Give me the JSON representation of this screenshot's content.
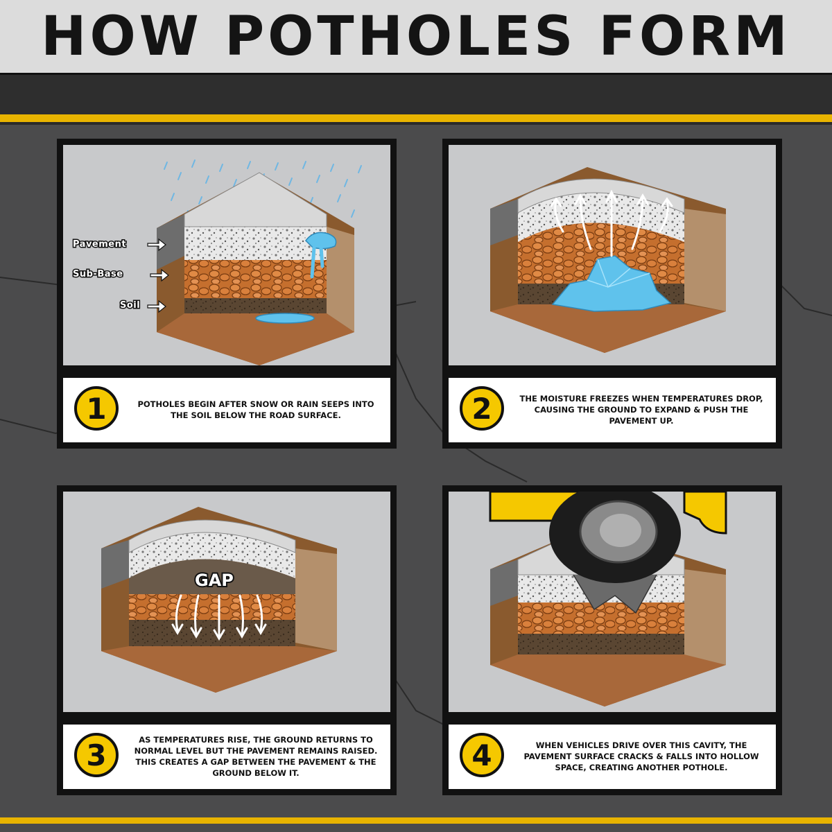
{
  "title": "HOW POTHOLES FORM",
  "colors": {
    "header_bg": "#dcdcdc",
    "road_stripe": "#e9b400",
    "badge": "#f5c800",
    "asphalt": "#4a4a4a",
    "panel_bg": "#c8c9cb"
  },
  "layer_labels": {
    "pavement": "Pavement",
    "sub_base": "Sub-Base",
    "soil": "Soil"
  },
  "gap_label": "GAP",
  "steps": [
    {
      "number": "1",
      "text": "Potholes begin after snow or rain seeps into the soil below the road surface."
    },
    {
      "number": "2",
      "text": "The moisture freezes when temperatures drop, causing the ground to expand & push the pavement up."
    },
    {
      "number": "3",
      "text": "As temperatures rise, the ground returns to normal level but the pavement remains raised. This creates a gap between the pavement & the ground below it."
    },
    {
      "number": "4",
      "text": "When vehicles drive over this cavity, the pavement surface cracks & falls into hollow space, creating another pothole."
    }
  ]
}
